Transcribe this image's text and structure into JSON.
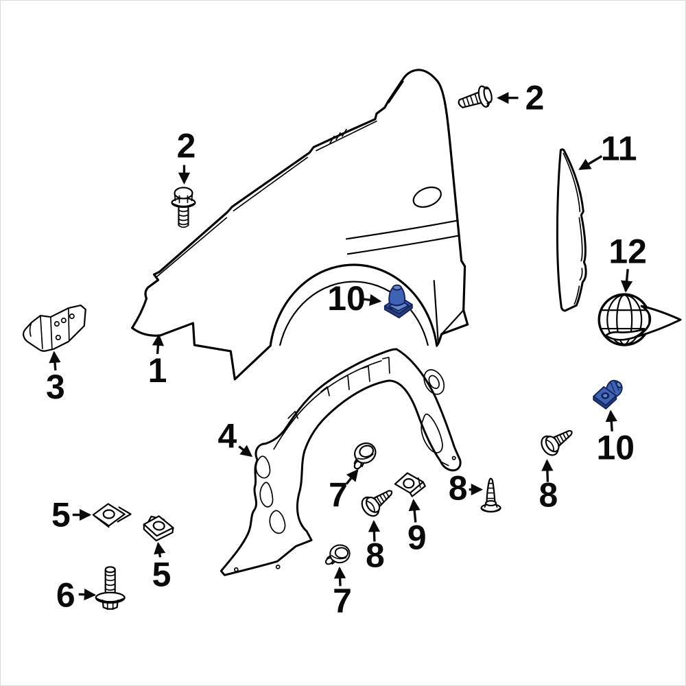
{
  "diagram": {
    "kind": "exploded-parts-diagram",
    "subject": "front-fender-liner-and-fasteners",
    "colors": {
      "background": "#ffffff",
      "frame_border": "#dcdcdc",
      "line": "#000000",
      "highlight_fill": "#3e63b4",
      "highlight_light": "#6488cc",
      "highlight_dark": "#27417e",
      "highlight_outline": "#16245c"
    },
    "callouts": [
      {
        "label": "2",
        "target": "fender-bolt-front"
      },
      {
        "label": "2",
        "target": "fender-bolt-rear"
      },
      {
        "label": "11",
        "target": "molding-strip"
      },
      {
        "label": "12",
        "target": "globe-emblem"
      },
      {
        "label": "1",
        "target": "fender-panel"
      },
      {
        "label": "3",
        "target": "fender-bracket"
      },
      {
        "label": "10",
        "target": "grommet-center"
      },
      {
        "label": "10",
        "target": "grommet-rear"
      },
      {
        "label": "4",
        "target": "fender-liner"
      },
      {
        "label": "5",
        "target": "clip-nut-left"
      },
      {
        "label": "5",
        "target": "clip-nut-right"
      },
      {
        "label": "6",
        "target": "bracket-bolt"
      },
      {
        "label": "7",
        "target": "liner-rivet-upper"
      },
      {
        "label": "7",
        "target": "liner-rivet-lower"
      },
      {
        "label": "8",
        "target": "liner-screw-center"
      },
      {
        "label": "8",
        "target": "liner-pushpin"
      },
      {
        "label": "8",
        "target": "liner-screw-rear"
      },
      {
        "label": "9",
        "target": "liner-clip"
      }
    ]
  }
}
